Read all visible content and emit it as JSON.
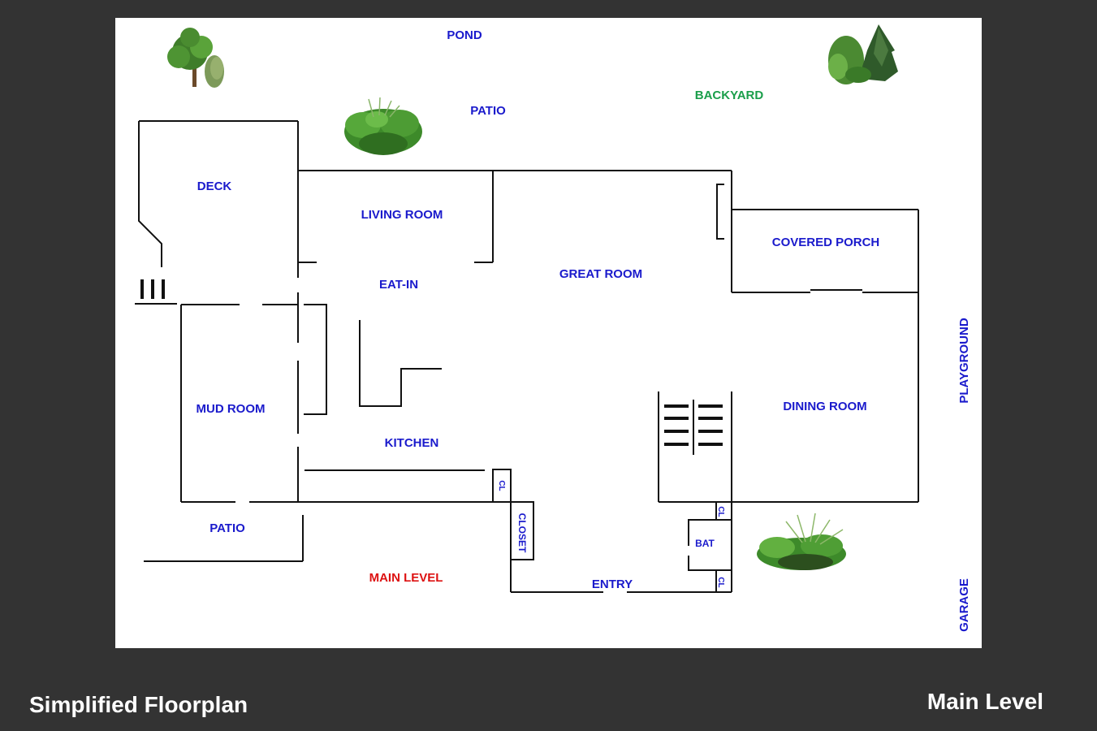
{
  "slide": {
    "title_left": "Simplified Floorplan",
    "title_right": "Main Level"
  },
  "colors": {
    "room_label": "#1a1acc",
    "backyard_label": "#1a9e4a",
    "level_label": "#dd1111",
    "wall": "#111111",
    "background": "#333333",
    "sheet": "#ffffff"
  },
  "plan": {
    "pond": "POND",
    "patio_top": "PATIO",
    "backyard": "BACKYARD",
    "deck": "DECK",
    "living_room": "LIVING ROOM",
    "covered_porch": "COVERED PORCH",
    "eat_in": "EAT-IN",
    "great_room": "GREAT ROOM",
    "playground": "PLAYGROUND",
    "mud_room": "MUD ROOM",
    "dining_room": "DINING ROOM",
    "kitchen": "KITCHEN",
    "closet_small": "CL",
    "closet": "CLOSET",
    "patio_bottom": "PATIO",
    "bath": "BAT",
    "closet_bath_top": "CL",
    "closet_bath_bottom": "CL",
    "main_level": "MAIN LEVEL",
    "entry": "ENTRY",
    "garage": "GARAGE"
  },
  "icons": [
    "tree-icon",
    "shrub-icon",
    "fern-bush-icon",
    "conifer-icon",
    "stairs-icon"
  ]
}
